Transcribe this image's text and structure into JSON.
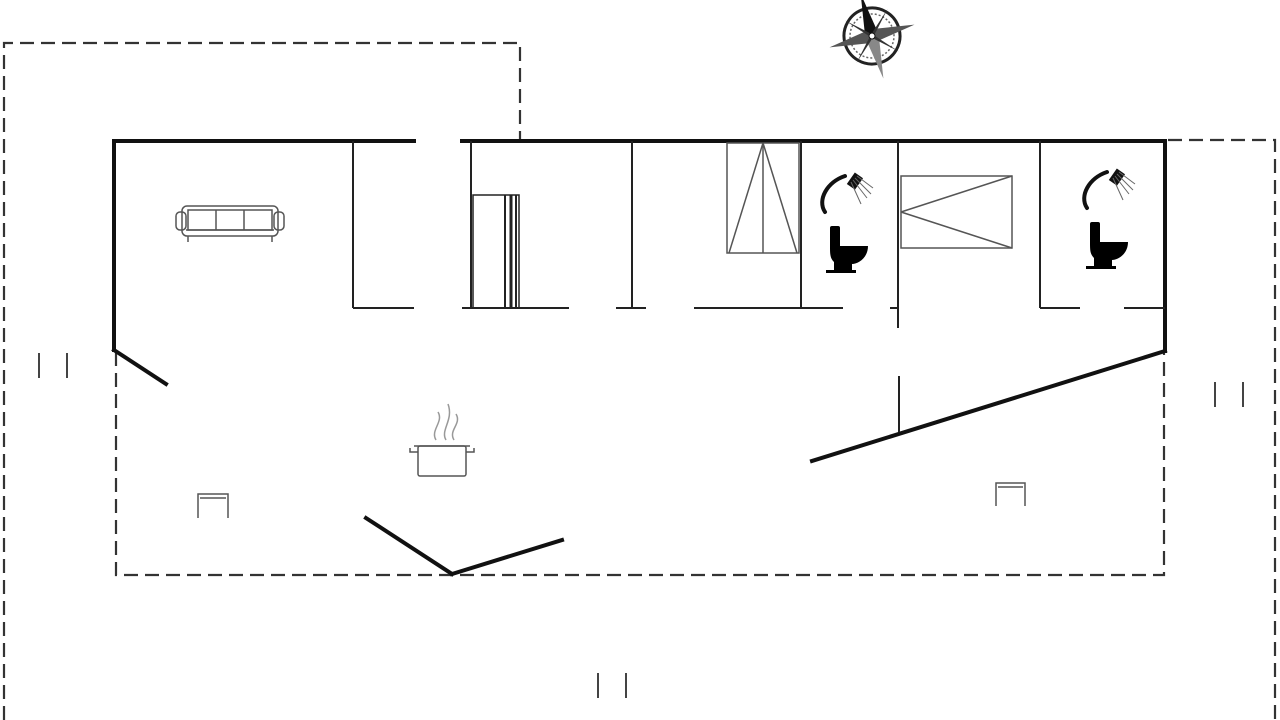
{
  "colors": {
    "background": "#ffffff",
    "wall": "#111111",
    "thin_wall": "#222222",
    "dashed_outline": "#333333",
    "furniture": "#555555",
    "fixture_fill": "#000000"
  },
  "icons": [
    "compass-rose-icon",
    "sofa-icon",
    "wardrobe-icon",
    "bunk-bed-icon",
    "shower-icon",
    "toilet-icon",
    "cooking-pot-icon",
    "chair-icon",
    "terrace-marker-icon"
  ],
  "rooms": [
    "living-area",
    "bedroom",
    "bathroom",
    "kitchen-dining"
  ]
}
